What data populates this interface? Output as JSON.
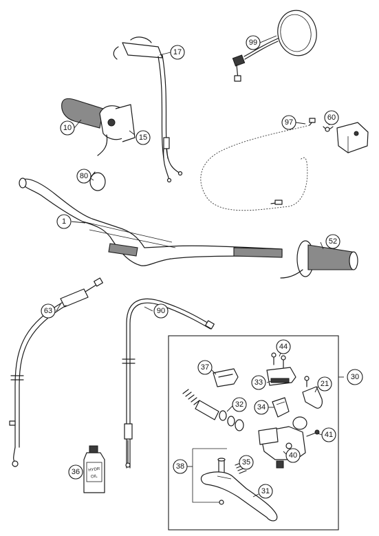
{
  "callouts": {
    "c1": "1",
    "c10": "10",
    "c15": "15",
    "c17": "17",
    "c21": "21",
    "c30": "30",
    "c31": "31",
    "c32": "32",
    "c33": "33",
    "c34": "34",
    "c35": "35",
    "c36": "36",
    "c37": "37",
    "c38": "38",
    "c40": "40",
    "c41": "41",
    "c44": "44",
    "c52": "52",
    "c60": "60",
    "c63": "63",
    "c80": "80",
    "c90": "90",
    "c97": "97",
    "c99": "99"
  },
  "bottle_label": {
    "line1": "HYDR",
    "line2": "OIL"
  }
}
